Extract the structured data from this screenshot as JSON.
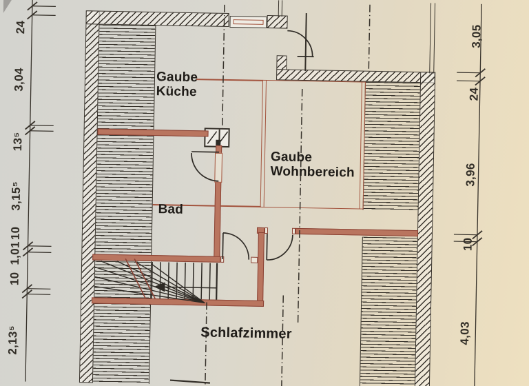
{
  "drawing_type": "floor-plan",
  "labels": {
    "gaube_kueche": "Gaube\nKüche",
    "gaube_wohnbereich": "Gaube\nWohnbereich",
    "bad": "Bad",
    "schlafzimmer": "Schlafzimmer"
  },
  "dimensions": {
    "left": [
      "24",
      "3,04",
      "13⁵",
      "3,15⁵",
      "10",
      "1,01",
      "10",
      "2,13⁵"
    ],
    "right": [
      "3,05",
      "24",
      "3,96",
      "10",
      "4,03"
    ]
  },
  "colors": {
    "ink": "#36312a",
    "label_ink": "#1f1c18",
    "red_wall_fill": "#b9755f",
    "red_wall_edge": "#8a4234",
    "red_thin": "#a3543e"
  }
}
